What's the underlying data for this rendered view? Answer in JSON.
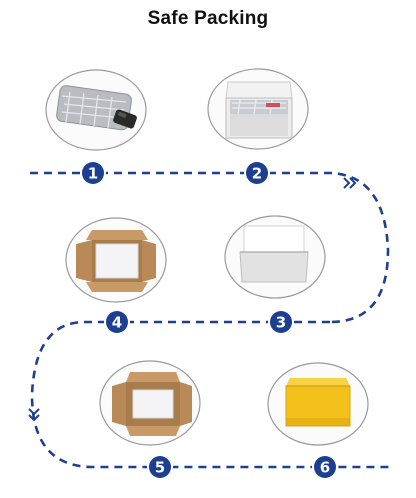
{
  "title": "Safe Packing",
  "colors": {
    "path": "#1f3f8f",
    "badge_fill": "#1d3f92",
    "badge_ring": "#ffffff",
    "circle_border": "#9a9a9a",
    "kraft": "#c79a67",
    "kraft_dark": "#a97c4c",
    "yellow_box": "#f2c11c",
    "yellow_box_dark": "#d9a410",
    "foil": "#b9bcc1"
  },
  "steps": [
    {
      "number": "1",
      "icon": "foil-wrapped-phone-icon"
    },
    {
      "number": "2",
      "icon": "white-gift-box-with-foil-icon"
    },
    {
      "number": "3",
      "icon": "closed-white-box-icon"
    },
    {
      "number": "4",
      "icon": "kraft-box-with-white-inner-box-icon"
    },
    {
      "number": "5",
      "icon": "kraft-box-with-white-card-icon"
    },
    {
      "number": "6",
      "icon": "yellow-shipping-box-icon"
    }
  ]
}
